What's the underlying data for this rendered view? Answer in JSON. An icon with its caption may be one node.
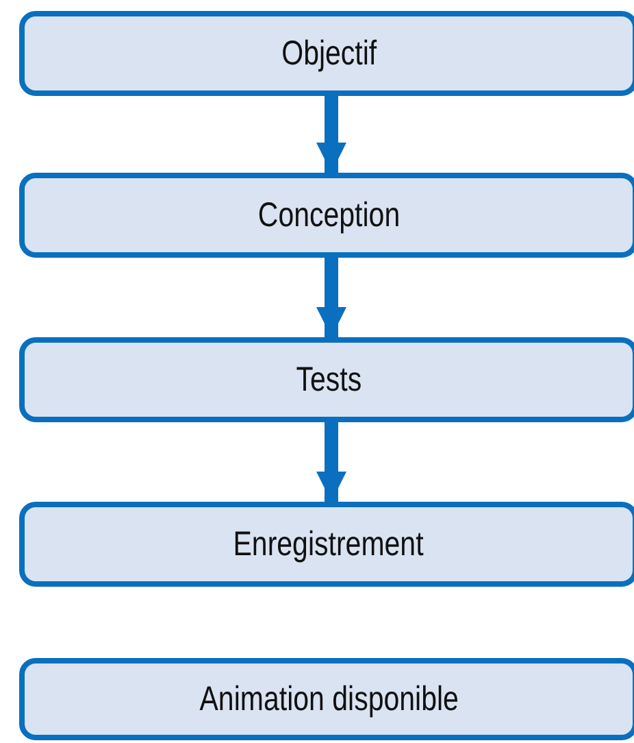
{
  "diagram": {
    "nodes": [
      {
        "text": [
          "Objectif"
        ]
      },
      {
        "text": [
          "Conception"
        ]
      },
      {
        "text": [
          "Tests"
        ]
      },
      {
        "text": [
          "Enregistrement"
        ]
      },
      {
        "text": [
          "Animation disponible"
        ]
      }
    ],
    "edges": [
      {
        "from": 0,
        "to": 1,
        "arrow": "to"
      },
      {
        "from": 1,
        "to": 2,
        "arrow": "to"
      },
      {
        "from": 2,
        "to": 3,
        "arrow": "to"
      }
    ]
  }
}
